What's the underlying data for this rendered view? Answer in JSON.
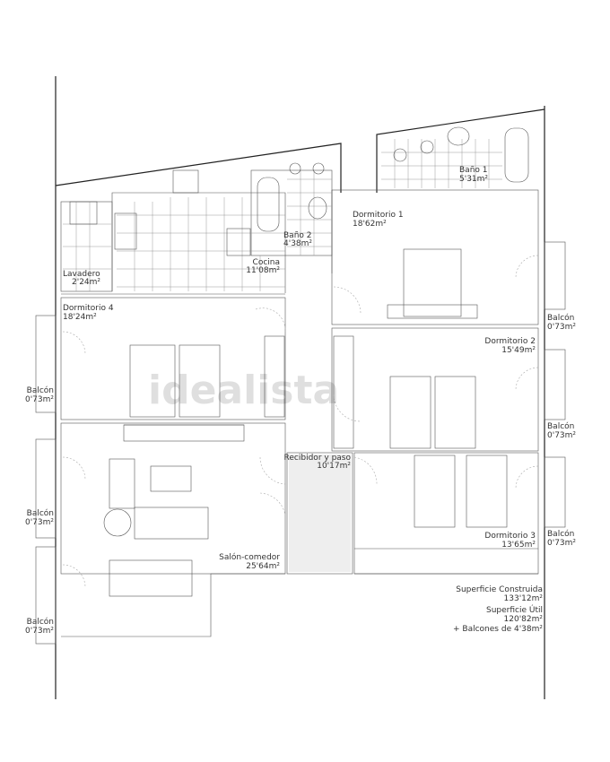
{
  "rooms": {
    "lavadero": {
      "name": "Lavadero",
      "area": "2'24m²"
    },
    "cocina": {
      "name": "Cocina",
      "area": "11'08m²"
    },
    "bano2": {
      "name": "Baño 2",
      "area": "4'38m²"
    },
    "bano1": {
      "name": "Baño 1",
      "area": "5'31m²"
    },
    "dormitorio1": {
      "name": "Dormitorio 1",
      "area": "18'62m²"
    },
    "dormitorio2": {
      "name": "Dormitorio 2",
      "area": "15'49m²"
    },
    "dormitorio3": {
      "name": "Dormitorio 3",
      "area": "13'65m²"
    },
    "dormitorio4": {
      "name": "Dormitorio 4",
      "area": "18'24m²"
    },
    "salon": {
      "name": "Salón-comedor",
      "area": "25'64m²"
    },
    "recibidor": {
      "name": "Recibidor y paso",
      "area": "10'17m²"
    }
  },
  "balconies": [
    {
      "name": "Balcón",
      "area": "0'73m²"
    },
    {
      "name": "Balcón",
      "area": "0'73m²"
    },
    {
      "name": "Balcón",
      "area": "0'73m²"
    },
    {
      "name": "Balcón",
      "area": "0'73m²"
    },
    {
      "name": "Balcón",
      "area": "0'73m²"
    },
    {
      "name": "Balcón",
      "area": "0'73m²"
    }
  ],
  "summary": {
    "built_label": "Superficie Construida",
    "built_value": "133'12m²",
    "useful_label": "Superficie Útil",
    "useful_value": "120'82m²",
    "balconies_line": "+ Balcones de 4'38m²"
  },
  "watermark": "idealista"
}
